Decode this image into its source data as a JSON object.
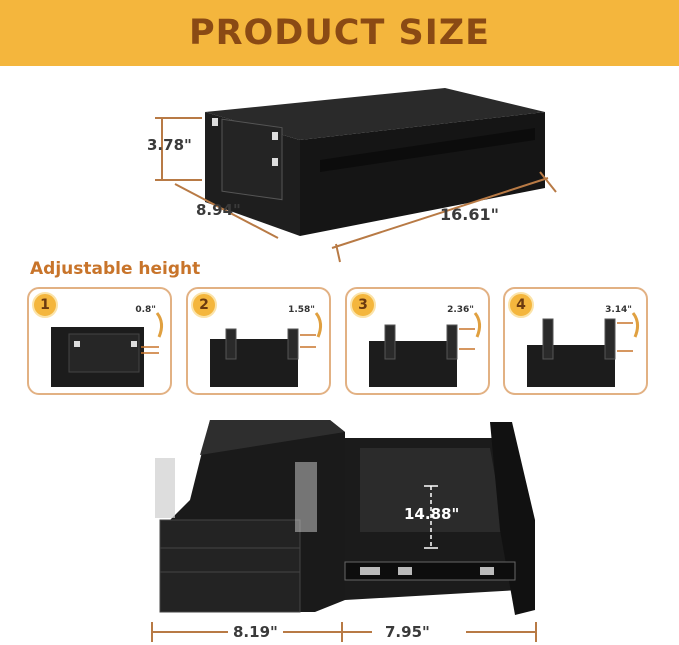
{
  "banner": {
    "title": "PRODUCT SIZE"
  },
  "dimensions": {
    "height": "3.78\"",
    "depth": "8.94\"",
    "width": "16.61\"",
    "inner_depth": "14.88\"",
    "housing_length": "8.19\"",
    "drawer_extension": "7.95\""
  },
  "adjustable": {
    "title": "Adjustable height",
    "steps": [
      {
        "number": "1",
        "value": "0.8\""
      },
      {
        "number": "2",
        "value": "1.58\""
      },
      {
        "number": "3",
        "value": "2.36\""
      },
      {
        "number": "4",
        "value": "3.14\""
      }
    ]
  },
  "colors": {
    "banner": "#f4b63d",
    "banner_text": "#8a4a14",
    "accent": "#c8742a",
    "dimension_line": "#b87a45",
    "product": "#1c1c1c"
  }
}
